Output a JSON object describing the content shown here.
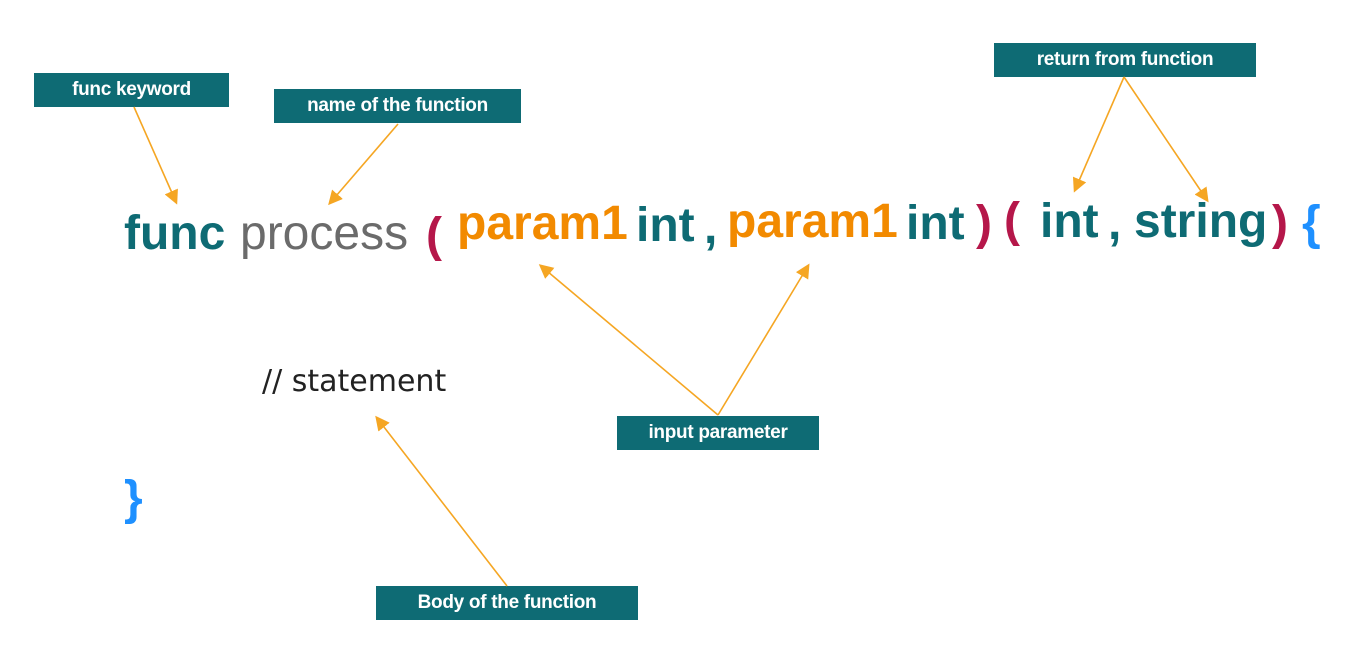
{
  "labels": {
    "func_keyword": "func keyword",
    "name_of_function": "name of the function",
    "return_from_function": "return from function",
    "input_parameter": "input parameter",
    "body_of_function": "Body of the function"
  },
  "code": {
    "func": "func",
    "name": "process",
    "open_paren_1": "(",
    "param_a": "param1",
    "type_a": "int",
    "comma_1": ",",
    "param_b": "param1",
    "type_b": "int",
    "close_paren_1": ")",
    "open_paren_2": "(",
    "return_type_a": "int",
    "comma_2": ",",
    "return_type_b": "string",
    "close_paren_2": ")",
    "open_brace": "{",
    "statement": "// statement",
    "close_brace": "}"
  },
  "colors": {
    "label_bg": "#0e6b74",
    "keyword": "#0e6b74",
    "function_name": "#6b6b6b",
    "paren": "#b5174a",
    "param": "#f28a00",
    "brace": "#1e90ff",
    "arrow": "#f5a623"
  }
}
